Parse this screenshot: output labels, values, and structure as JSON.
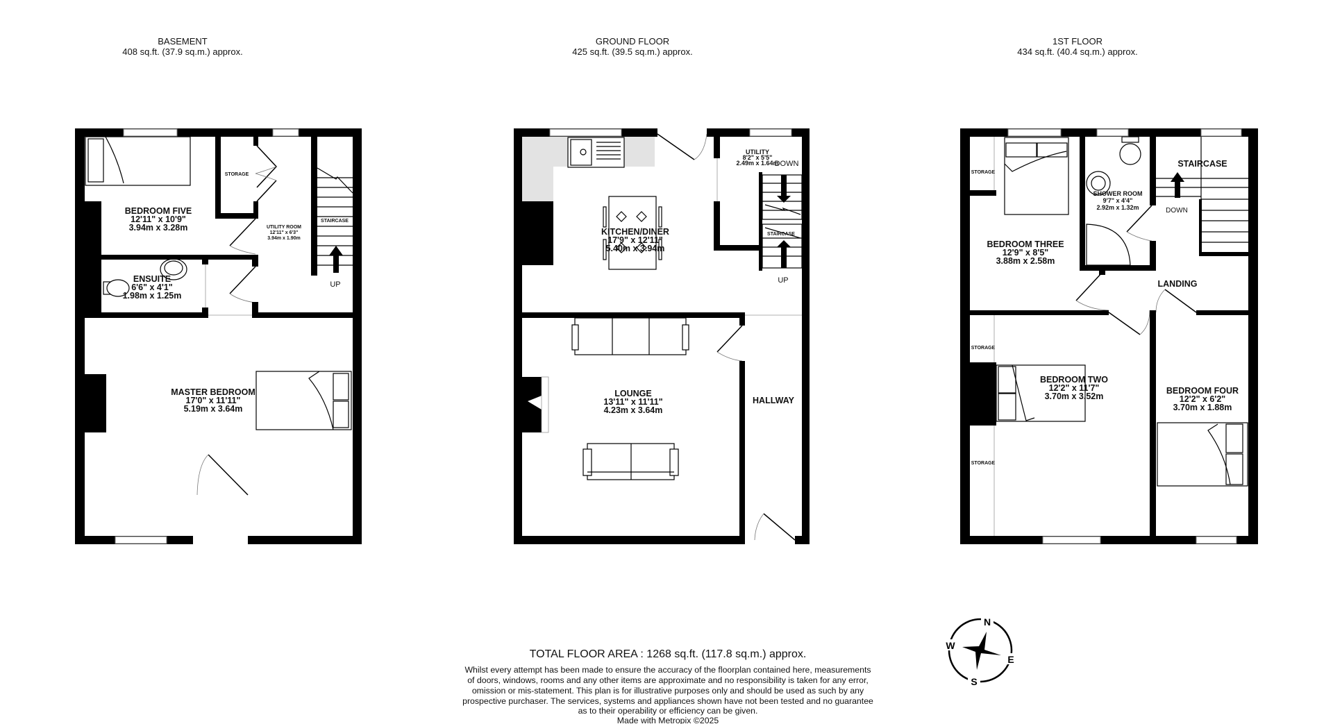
{
  "floors": [
    {
      "title": "BASEMENT",
      "area": "408 sq.ft. (37.9 sq.m.) approx.",
      "rooms": {
        "bedroom_five": {
          "name": "BEDROOM FIVE",
          "imperial": "12'11\"  x 10'9\"",
          "metric": "3.94m  x 3.28m"
        },
        "utility_room": {
          "name": "UTILITY ROOM",
          "imperial": "12'11\"  x 6'3\"",
          "metric": "3.94m  x 1.90m"
        },
        "ensuite": {
          "name": "ENSUITE",
          "imperial": "6'6\"  x 4'1\"",
          "metric": "1.98m  x 1.25m"
        },
        "master_bedroom": {
          "name": "MASTER BEDROOM",
          "imperial": "17'0\"  x 11'11\"",
          "metric": "5.19m  x 3.64m"
        }
      },
      "labels": {
        "storage": "STORAGE",
        "staircase": "STAIRCASE",
        "up": "UP"
      }
    },
    {
      "title": "GROUND FLOOR",
      "area": "425 sq.ft. (39.5 sq.m.) approx.",
      "rooms": {
        "kitchen_diner": {
          "name": "KITCHEN/DINER",
          "imperial": "17'9\"  x 12'11\"",
          "metric": "5.40m  x 3.94m"
        },
        "utility": {
          "name": "UTILITY",
          "imperial": "8'2\"  x 5'5\"",
          "metric": "2.49m  x 1.64m"
        },
        "lounge": {
          "name": "LOUNGE",
          "imperial": "13'11\"  x 11'11\"",
          "metric": "4.23m  x 3.64m"
        },
        "hallway": {
          "name": "HALLWAY"
        }
      },
      "labels": {
        "down": "DOWN",
        "staircase": "STAIRCASE",
        "up": "UP"
      }
    },
    {
      "title": "1ST FLOOR",
      "area": "434 sq.ft. (40.4 sq.m.) approx.",
      "rooms": {
        "bedroom_three": {
          "name": "BEDROOM THREE",
          "imperial": "12'9\"  x 8'5\"",
          "metric": "3.88m  x 2.58m"
        },
        "shower_room": {
          "name": "SHOWER ROOM",
          "imperial": "9'7\"  x 4'4\"",
          "metric": "2.92m  x 1.32m"
        },
        "staircase": {
          "name": "STAIRCASE"
        },
        "landing": {
          "name": "LANDING"
        },
        "bedroom_two": {
          "name": "BEDROOM TWO",
          "imperial": "12'2\"  x 11'7\"",
          "metric": "3.70m  x 3.52m"
        },
        "bedroom_four": {
          "name": "BEDROOM FOUR",
          "imperial": "12'2\"  x 6'2\"",
          "metric": "3.70m  x 1.88m"
        }
      },
      "labels": {
        "storage": "STORAGE",
        "down": "DOWN"
      }
    }
  ],
  "footer": {
    "total_area": "TOTAL FLOOR AREA : 1268 sq.ft. (117.8 sq.m.) approx.",
    "disclaimer": [
      "Whilst every attempt has been made to ensure the accuracy of the floorplan contained here, measurements",
      "of doors, windows, rooms and any other items are approximate and no responsibility is taken for any error,",
      "omission or mis-statement. This plan is for illustrative purposes only and should be used as such by any",
      "prospective purchaser. The services, systems and appliances shown have not been tested and no guarantee",
      "as to their operability or efficiency can be given."
    ],
    "made_with": "Made with Metropix ©2025"
  },
  "compass": {
    "n": "N",
    "e": "E",
    "s": "S",
    "w": "W"
  },
  "colors": {
    "wall": "#000000",
    "counter": "#e3e3e3",
    "background": "#ffffff"
  }
}
